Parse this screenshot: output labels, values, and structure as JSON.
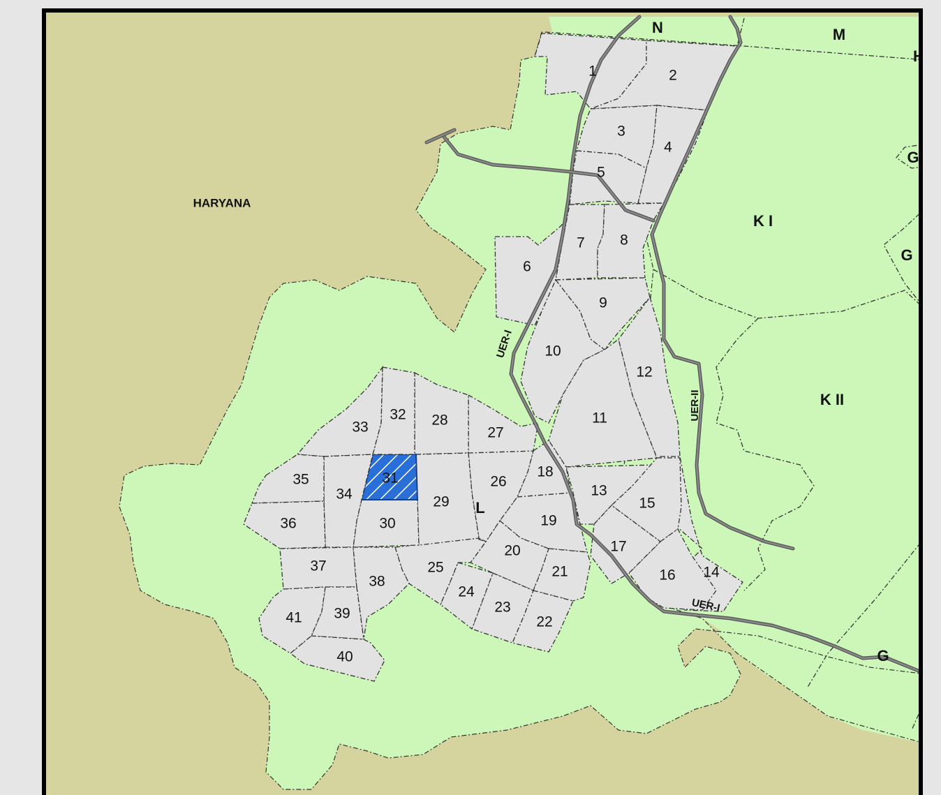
{
  "map": {
    "colors": {
      "outer_region": "#d6d49e",
      "green_zone": "#ccf7b8",
      "sector_fill": "#e2e2e2",
      "highlight_fill": "#2a6fd8",
      "road": "#555555",
      "frame": "#000000"
    },
    "region_label": "HARYANA",
    "zone_labels": {
      "N": "N",
      "M": "M",
      "H": "H",
      "G1": "G",
      "G2": "G",
      "G3": "G",
      "K1": "K I",
      "K2": "K II",
      "L": "L"
    },
    "road_labels": {
      "uer1_a": "UER-I",
      "uer1_b": "UER-I",
      "uer2": "UER-II"
    },
    "sectors": [
      "1",
      "2",
      "3",
      "4",
      "5",
      "6",
      "7",
      "8",
      "9",
      "10",
      "11",
      "12",
      "13",
      "14",
      "15",
      "16",
      "17",
      "18",
      "19",
      "20",
      "21",
      "22",
      "23",
      "24",
      "25",
      "26",
      "27",
      "28",
      "29",
      "30",
      "31",
      "32",
      "33",
      "34",
      "35",
      "36",
      "37",
      "38",
      "39",
      "40",
      "41"
    ],
    "highlighted_sector": "31"
  }
}
